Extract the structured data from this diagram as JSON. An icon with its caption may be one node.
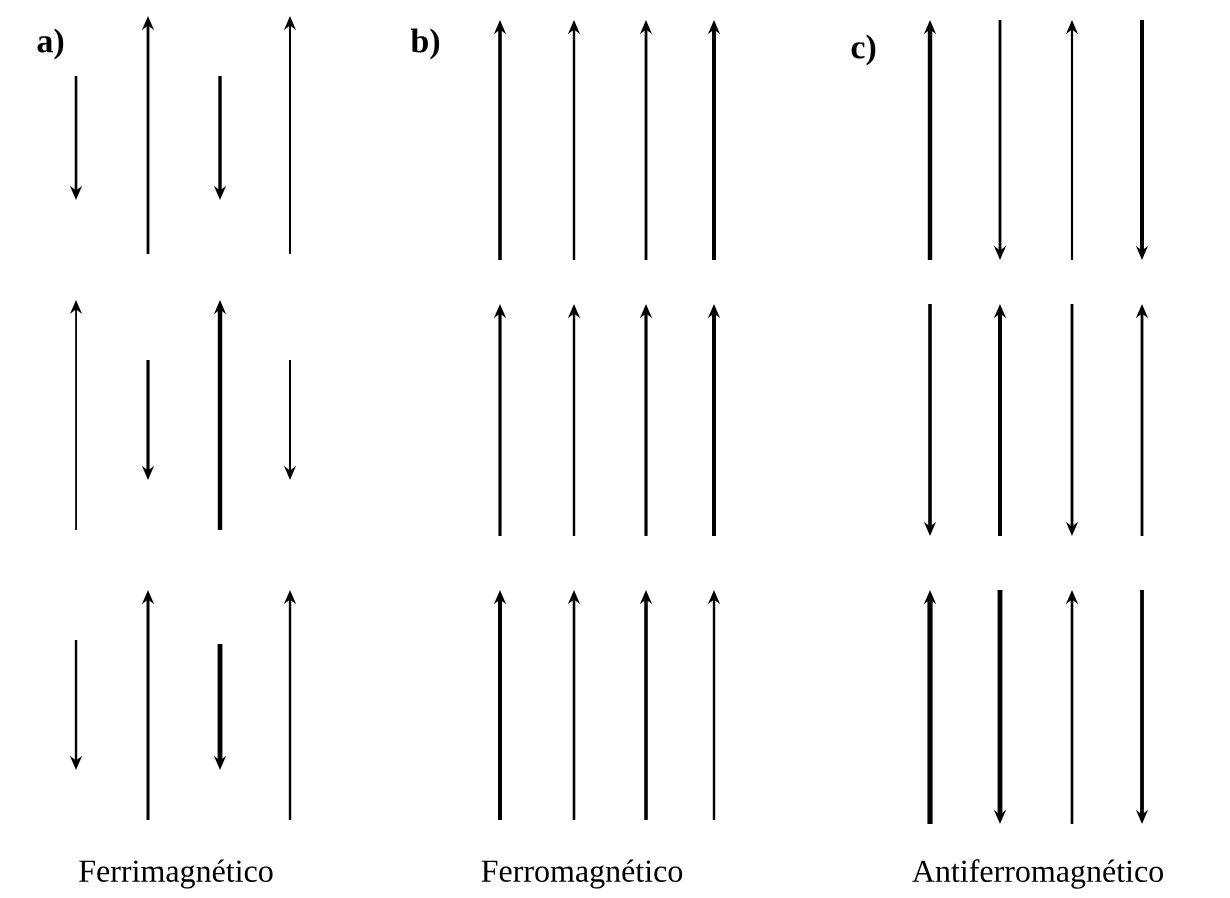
{
  "diagram": {
    "labels": [
      "a)",
      "b)",
      "c)",
      "Ferrimagnético",
      "Ferromagnético",
      "Antiferromagnético"
    ]
  }
}
